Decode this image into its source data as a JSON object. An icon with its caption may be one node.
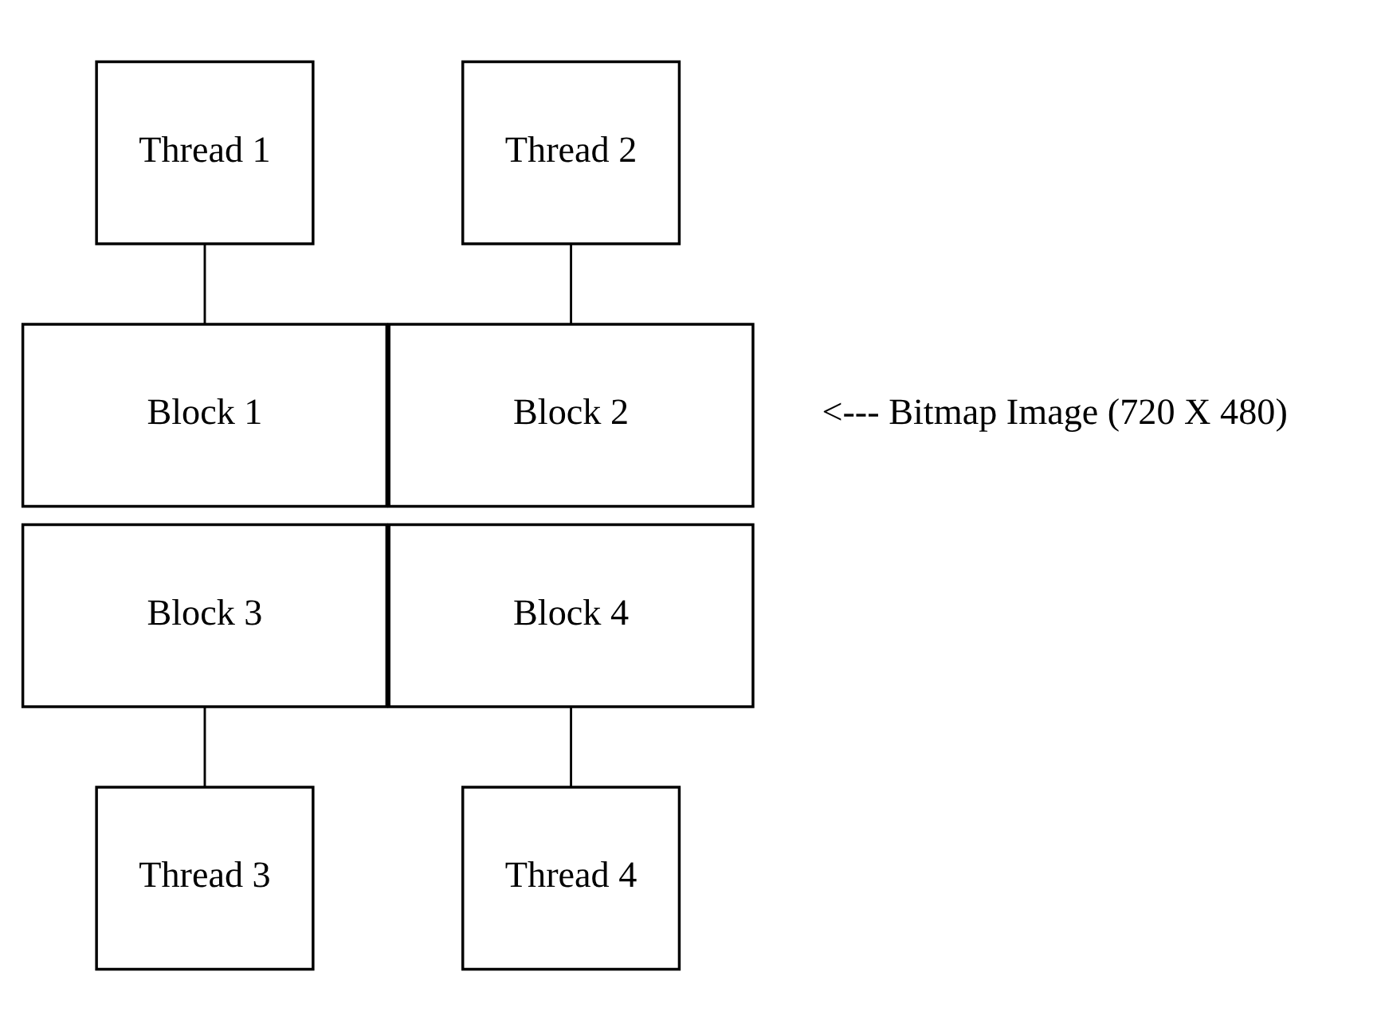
{
  "diagram": {
    "nodes": [
      {
        "text": [
          "Thread 1"
        ]
      },
      {
        "text": [
          "Thread 2"
        ]
      },
      {
        "text": [
          "Block 1"
        ]
      },
      {
        "text": [
          "Block 2"
        ]
      },
      {
        "text": [
          "Block 3"
        ]
      },
      {
        "text": [
          "Block 4"
        ]
      },
      {
        "text": [
          "Thread 3"
        ]
      },
      {
        "text": [
          "Thread 4"
        ]
      }
    ],
    "edges": [
      {
        "from": 0,
        "to": 2,
        "arrow": "none"
      },
      {
        "from": 1,
        "to": 3,
        "arrow": "none"
      },
      {
        "from": 4,
        "to": 6,
        "arrow": "none"
      },
      {
        "from": 5,
        "to": 7,
        "arrow": "none"
      }
    ],
    "labels": [
      "<--- Bitmap Image (720 X 480)"
    ]
  }
}
